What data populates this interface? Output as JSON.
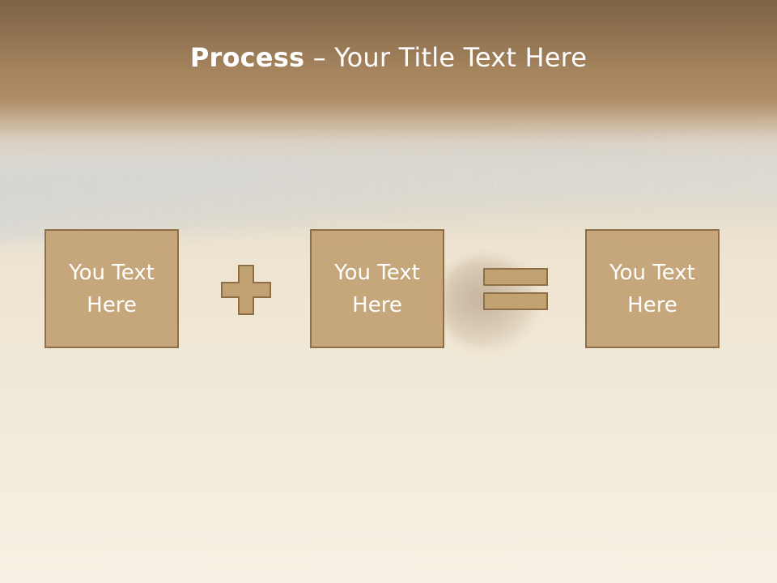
{
  "slide": {
    "title_bold": "Process",
    "title_rest": " – Your Title Text Here",
    "boxes": [
      {
        "text": "You Text Here"
      },
      {
        "text": "You Text Here"
      },
      {
        "text": "You Text Here"
      }
    ],
    "operators": [
      "plus-icon",
      "equals-icon"
    ],
    "colors": {
      "box_fill": "#c2a173",
      "box_border": "#8f6f47",
      "title_text": "#ffffff",
      "header_band": "#8f7150"
    }
  }
}
